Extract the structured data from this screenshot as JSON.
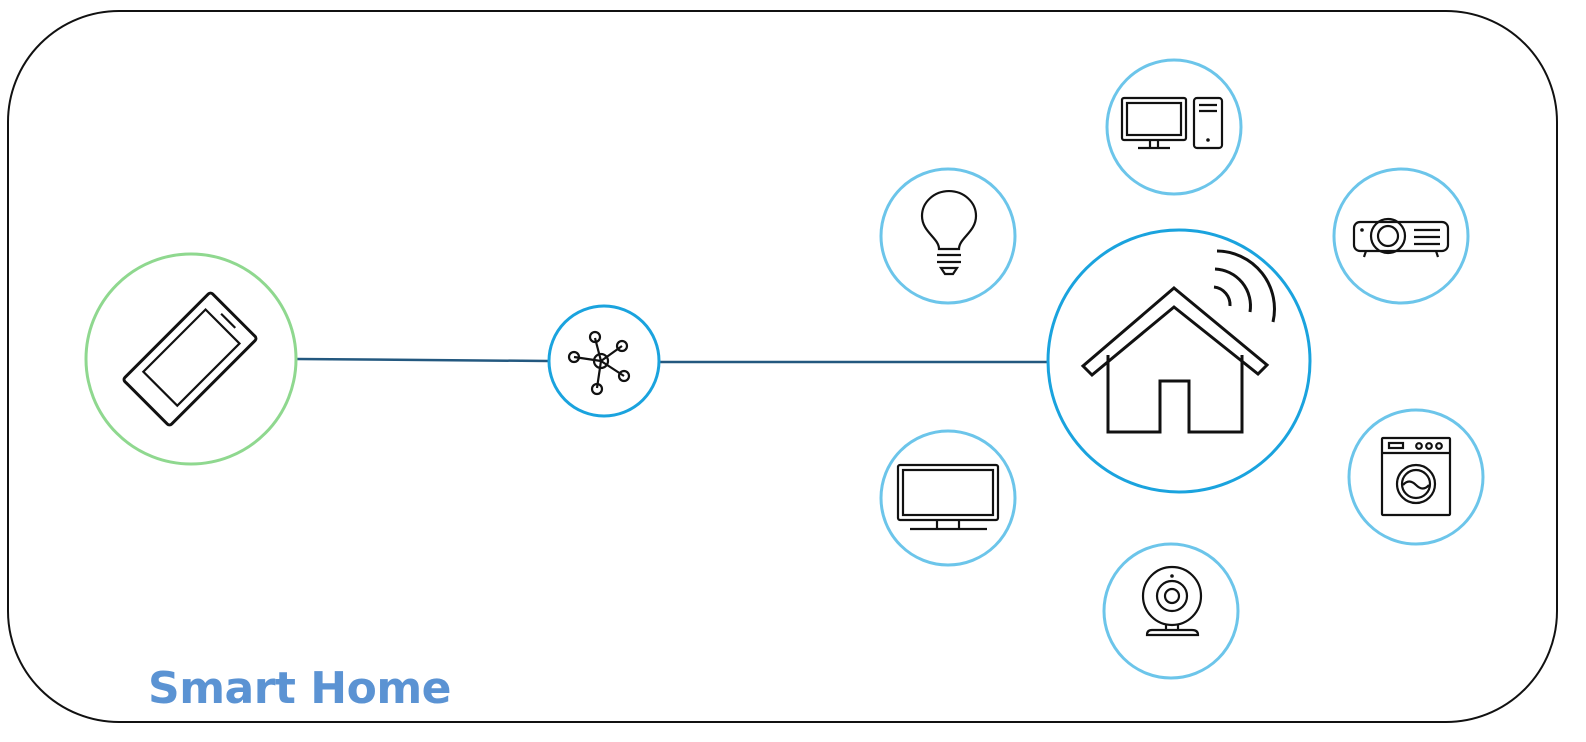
{
  "title": "Smart Home",
  "colors": {
    "frame": "#111111",
    "title": "#5b93d3",
    "phone_ring": "#8fd88f",
    "hub_ring": "#1aa3de",
    "house_ring": "#1aa3de",
    "device_ring": "#6cc5ea",
    "connector": "#23587f",
    "icon_stroke": "#111111"
  },
  "nodes": [
    {
      "id": "phone",
      "icon": "smartphone-icon"
    },
    {
      "id": "hub",
      "icon": "network-hub-icon"
    },
    {
      "id": "house",
      "icon": "smart-house-wifi-icon"
    },
    {
      "id": "light",
      "icon": "light-bulb-icon"
    },
    {
      "id": "computer",
      "icon": "desktop-computer-icon"
    },
    {
      "id": "projector",
      "icon": "projector-icon"
    },
    {
      "id": "tv",
      "icon": "television-icon"
    },
    {
      "id": "webcam",
      "icon": "webcam-icon"
    },
    {
      "id": "washer",
      "icon": "washing-machine-icon"
    }
  ],
  "edges": [
    {
      "from": "phone",
      "to": "hub"
    },
    {
      "from": "hub",
      "to": "house"
    }
  ]
}
